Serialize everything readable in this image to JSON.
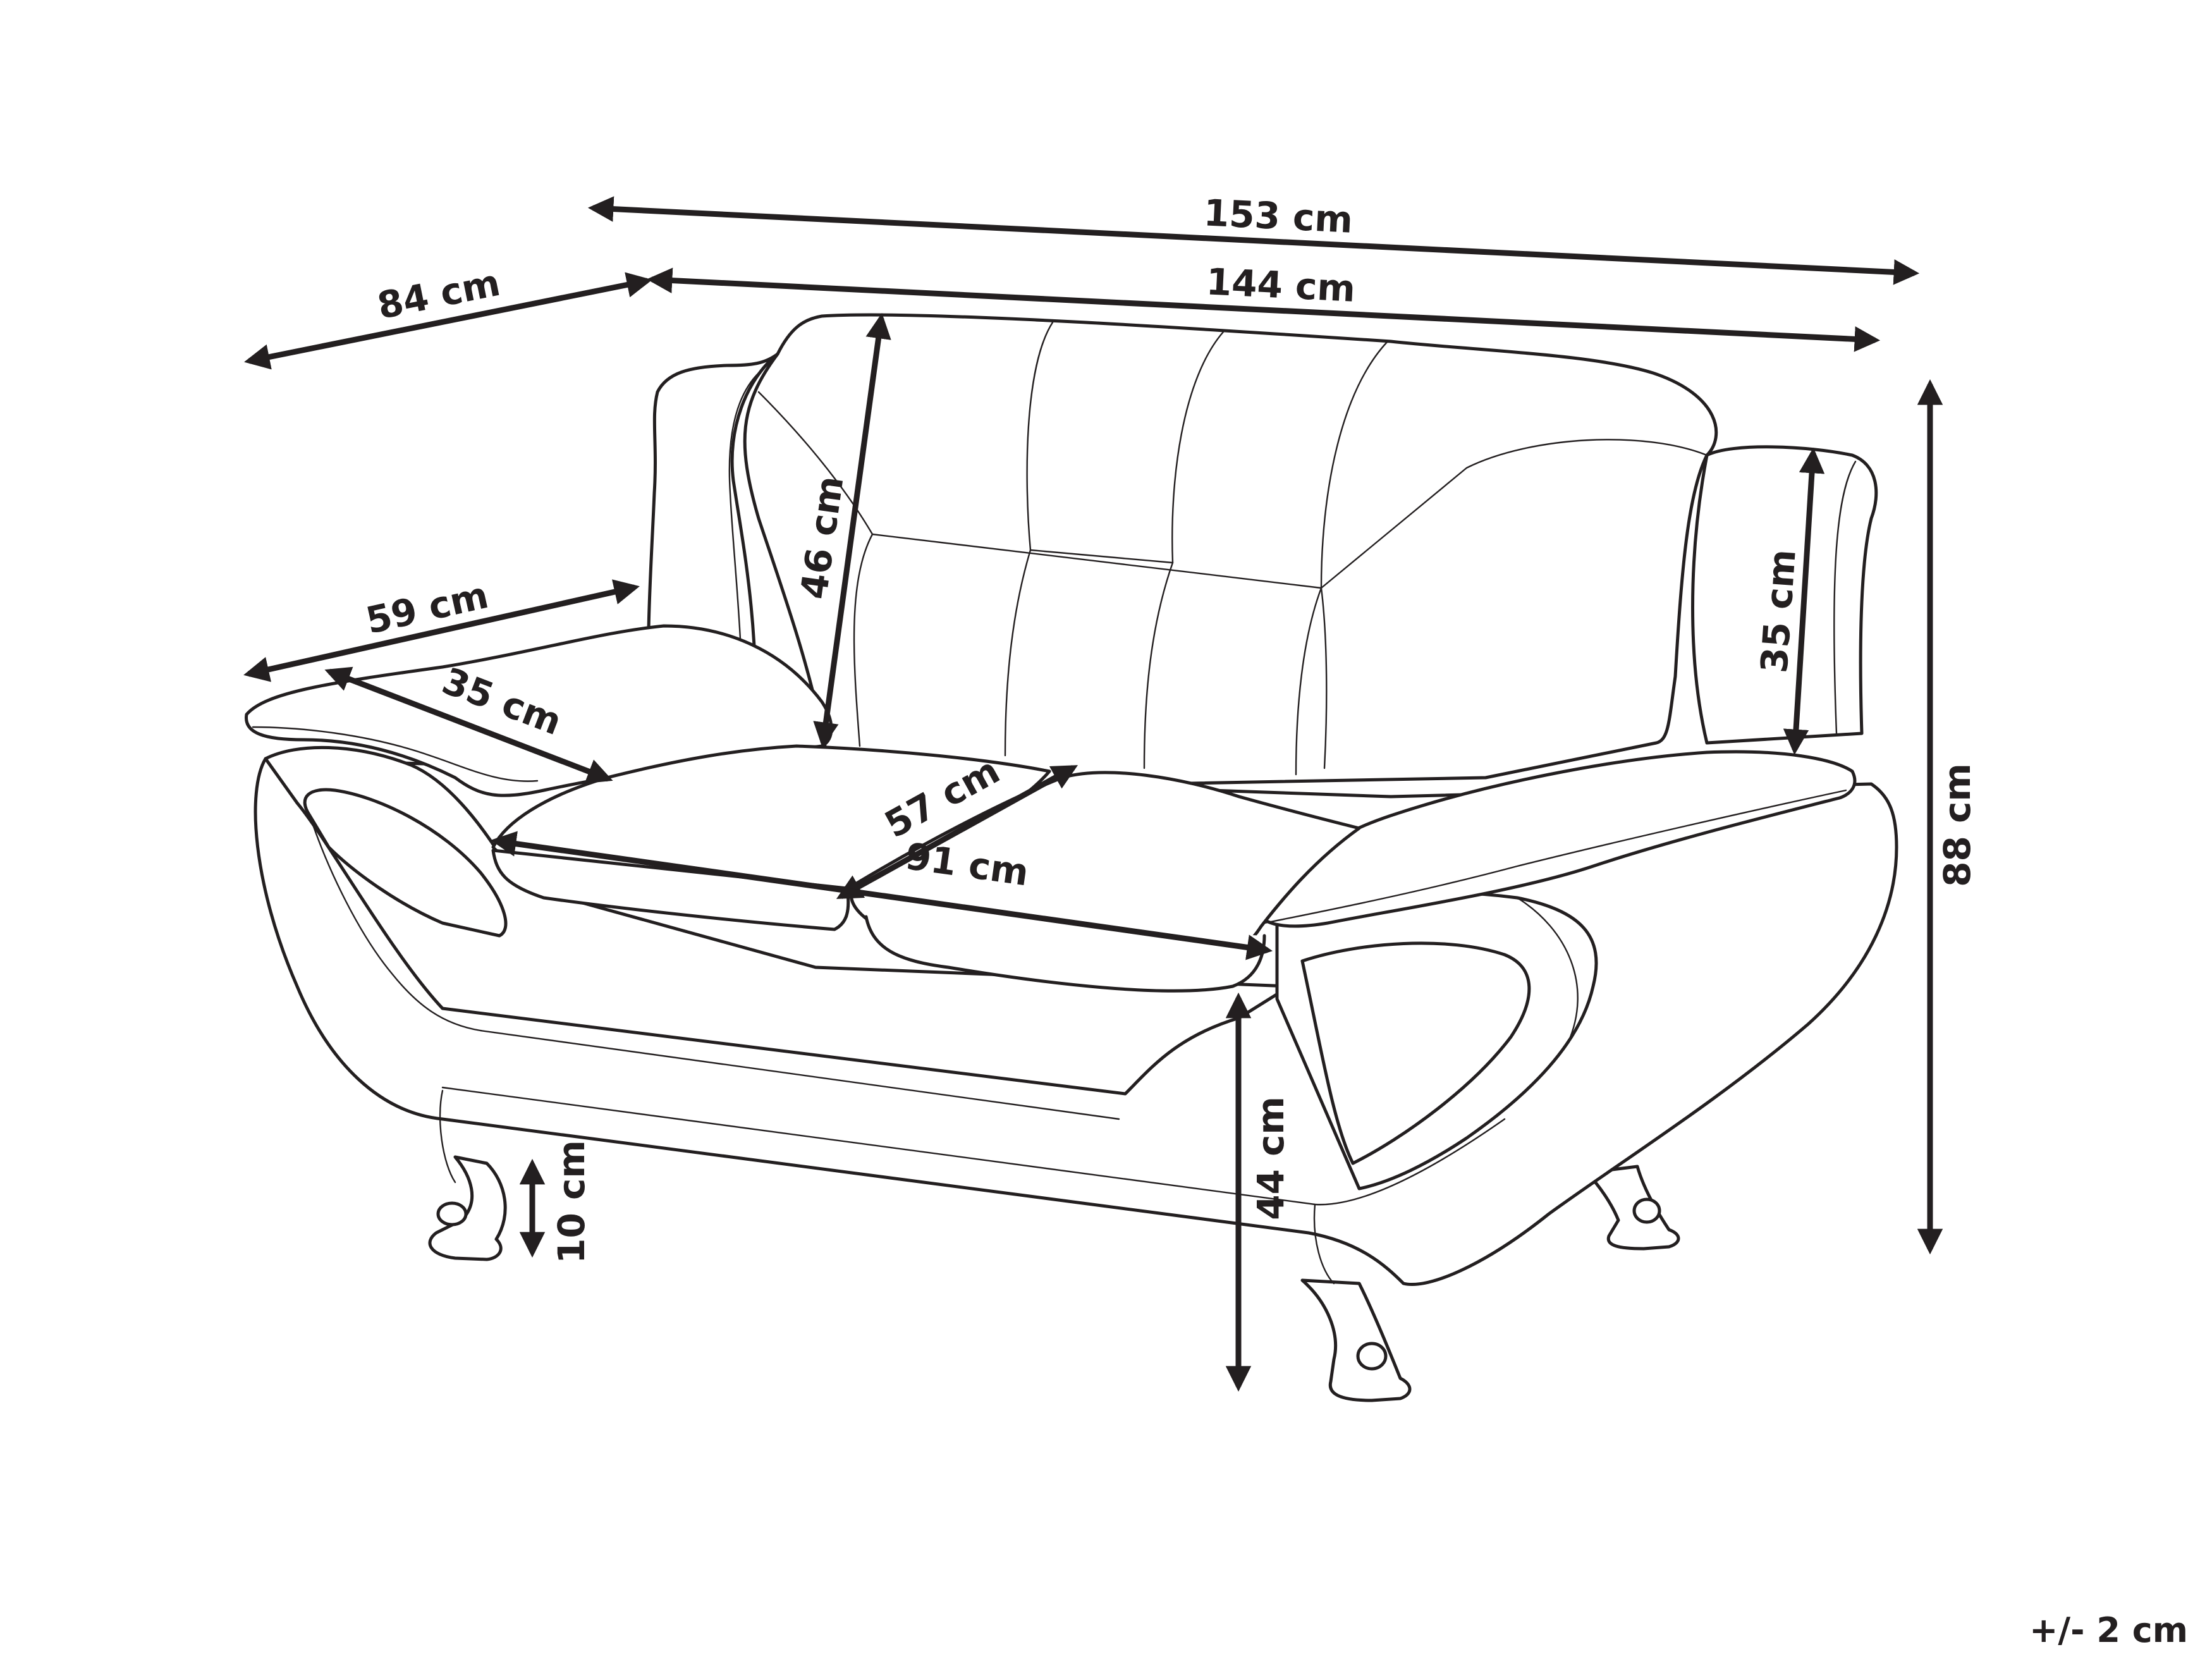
{
  "dimensions": {
    "total_width": "153 cm",
    "backrest_width": "144 cm",
    "depth": "84 cm",
    "armrest_length": "59 cm",
    "armrest_width": "35 cm",
    "backrest_height": "46 cm",
    "armrest_height": "35 cm",
    "total_height": "88 cm",
    "seat_depth": "57 cm",
    "seat_width": "91 cm",
    "seat_height": "44 cm",
    "leg_height": "10 cm"
  },
  "tolerance": "+/- 2 cm",
  "colors": {
    "line": "#231f20",
    "background": "#ffffff"
  }
}
